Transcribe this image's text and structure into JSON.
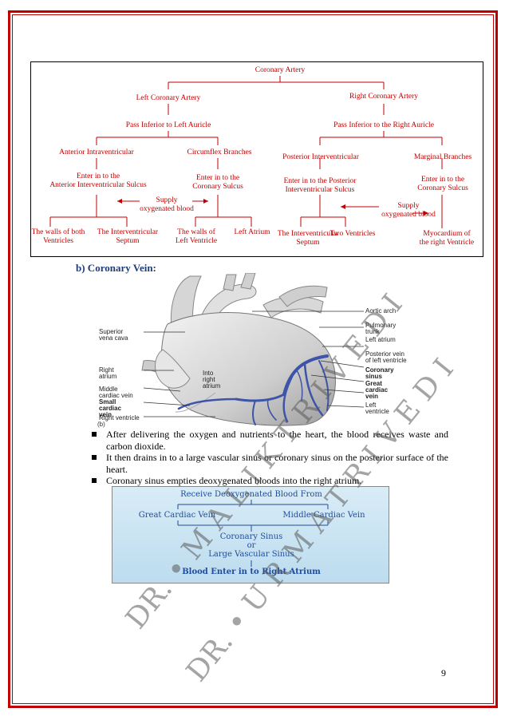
{
  "flowchart": {
    "root": "Coronary Artery",
    "left_artery": "Left Coronary Artery",
    "right_artery": "Right Coronary Artery",
    "left_pass": "Pass Inferior to Left Auricle",
    "right_pass": "Pass Inferior to the Right Auricle",
    "anterior_intraventricular": "Anterior Intraventricular",
    "circumflex_branches": "Circumflex Branches",
    "posterior_interventricular": "Posterior Interventricular",
    "marginal_branches": "Marginal Branches",
    "enter_anterior_line1": "Enter in to the",
    "enter_anterior_line2": "Anterior Interventricular Sulcus",
    "enter_coronary_left_line1": "Enter in to the",
    "enter_coronary_left_line2": "Coronary Sulcus",
    "enter_posterior_line1": "Enter in to the Posterior",
    "enter_posterior_line2": "Interventricular Sulcus",
    "enter_coronary_right_line1": "Enter in to the",
    "enter_coronary_right_line2": "Coronary Sulcus",
    "supply_left_line1": "Supply",
    "supply_left_line2": "oxygenated blood",
    "supply_right_line1": "Supply",
    "supply_right_line2": "oxygenated blood",
    "leaf_walls_both_line1": "The walls of both",
    "leaf_walls_both_line2": "Ventricles",
    "leaf_septum_left_line1": "The Interventricular",
    "leaf_septum_left_line2": "Septum",
    "leaf_walls_left_line1": "The walls of",
    "leaf_walls_left_line2": "Left Ventricle",
    "leaf_left_atrium": "Left Atrium",
    "leaf_septum_right_line1": "The Interventricular",
    "leaf_septum_right_line2": "Septum",
    "leaf_two_ventricles": "Two Ventricles",
    "leaf_myocardium_line1": "Myocardium of",
    "leaf_myocardium_line2": "the right Ventricle"
  },
  "section": {
    "heading": "b)  Coronary Vein:"
  },
  "heart_figure": {
    "labels": {
      "aortic_arch": "Aortic arch",
      "pulmonary_trunk_line1": "Pulmonary",
      "pulmonary_trunk_line2": "trunk",
      "left_atrium": "Left atrium",
      "posterior_vein_line1": "Posterior vein",
      "posterior_vein_line2": "of left ventricle",
      "coronary_sinus_line1": "Coronary",
      "coronary_sinus_line2": "sinus",
      "great_cardiac_vein_line1": "Great",
      "great_cardiac_vein_line2": "cardiac",
      "great_cardiac_vein_line3": "vein",
      "left_ventricle_line1": "Left",
      "left_ventricle_line2": "ventricle",
      "superior_vena_cava_line1": "Superior",
      "superior_vena_cava_line2": "vena cava",
      "right_atrium_line1": "Right",
      "right_atrium_line2": "atrium",
      "into_right_atrium_line1": "Into",
      "into_right_atrium_line2": "right",
      "into_right_atrium_line3": "atrium",
      "middle_cardiac_vein_line1": "Middle",
      "middle_cardiac_vein_line2": "cardiac vein",
      "small_cardiac_vein_line1": "Small",
      "small_cardiac_vein_line2": "cardiac",
      "small_cardiac_vein_line3": "vein",
      "right_ventricle": "Right ventricle"
    },
    "caption": "(b)"
  },
  "bullets": [
    "After delivering the oxygen and nutrients to the heart, the blood receives waste and carbon dioxide.",
    "It then drains in to a large vascular sinus or coronary sinus on the posterior surface of the heart.",
    "Coronary sinus empties deoxygenated bloods into the right atrium."
  ],
  "vein_diagram": {
    "top": "Receive Deoxygenated Blood From",
    "left": "Great Cardiac Vein",
    "right": "Middle Cardiac Vein",
    "middle_line1": "Coronary Sinus",
    "middle_line2": "or",
    "middle_line3": "Large Vascular Sinus",
    "bottom": "Blood Enter in to Right Atrium"
  },
  "page_number": "9",
  "watermark": {
    "line1": "DR. • M A L I K  T R I V E D I",
    "line2": "DR. • U R M A   T R I V E D I"
  }
}
